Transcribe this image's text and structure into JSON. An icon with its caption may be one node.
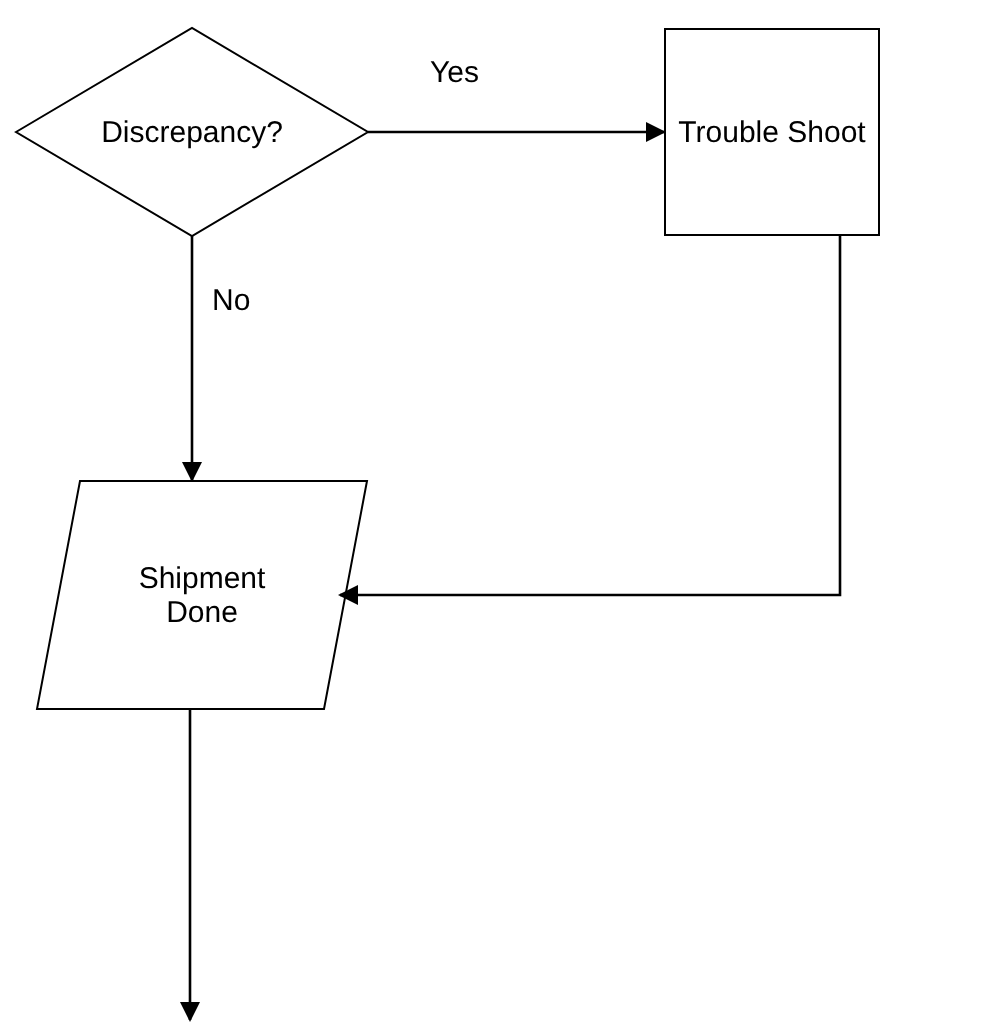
{
  "diagram": {
    "nodes": [
      {
        "text": [
          "Discrepancy?"
        ]
      },
      {
        "text": [
          "Trouble Shoot"
        ]
      },
      {
        "text": [
          "Shipment Done"
        ]
      }
    ],
    "edges": [
      {
        "from": 0,
        "to": 1,
        "arrow": "to",
        "label": "Yes"
      },
      {
        "from": 0,
        "to": 2,
        "arrow": "to",
        "label": "No"
      },
      {
        "from": 1,
        "to": 2,
        "arrow": "to"
      },
      {
        "from": 2,
        "to": null,
        "arrow": "to"
      }
    ]
  }
}
